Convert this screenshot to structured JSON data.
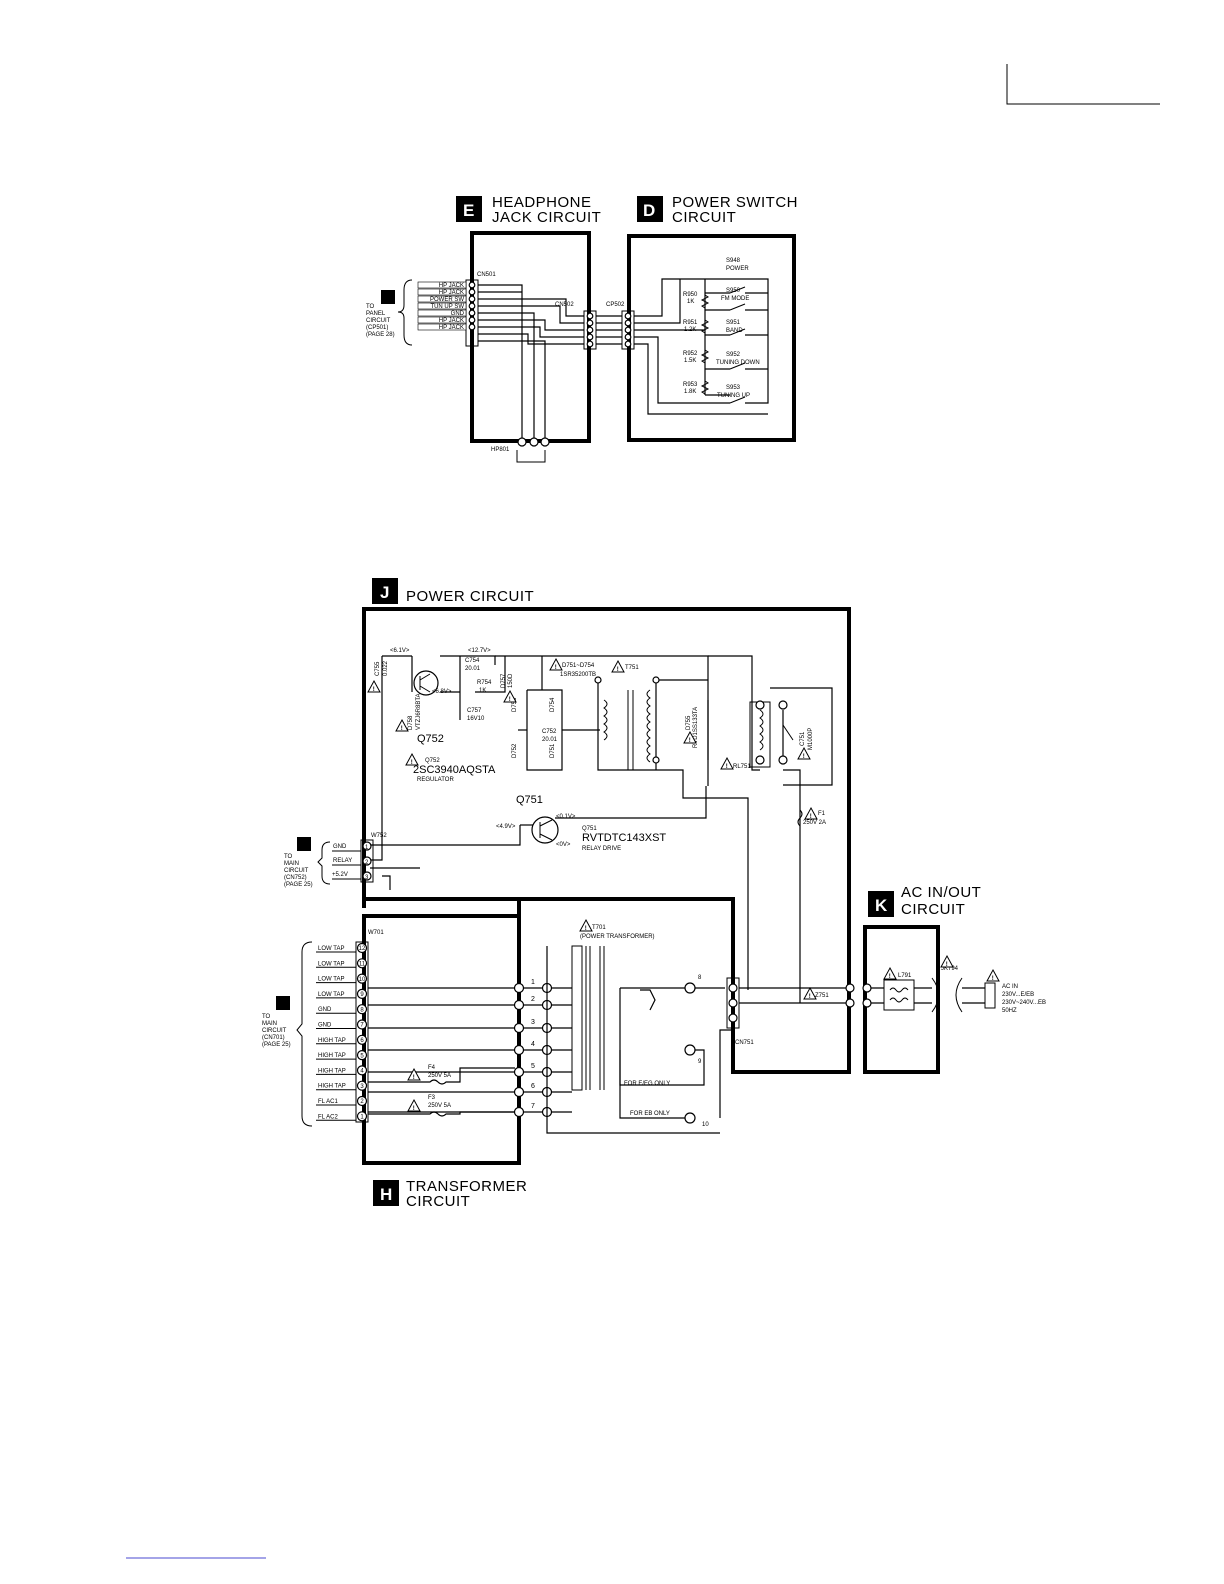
{
  "sections": {
    "E": {
      "letter": "E",
      "title1": "HEADPHONE",
      "title2": "JACK CIRCUIT"
    },
    "D": {
      "letter": "D",
      "title1": "POWER SWITCH",
      "title2": "CIRCUIT"
    },
    "J": {
      "letter": "J",
      "title1": "POWER CIRCUIT"
    },
    "K": {
      "letter": "K",
      "title1": "AC IN/OUT",
      "title2": "CIRCUIT"
    },
    "H": {
      "letter": "H",
      "title1": "TRANSFORMER",
      "title2": "CIRCUIT"
    }
  },
  "headphone": {
    "cn501": "CN501",
    "cn502": "CN502",
    "hp801": "HP801",
    "to_ref_letter": "B",
    "to_ref": [
      "TO",
      "PANEL",
      "CIRCUIT",
      "(CP501)",
      "(PAGE 28)"
    ],
    "pins": [
      "HP JACK",
      "HP JACK",
      "POWER SW",
      "TUN UP SW",
      "GND",
      "HP JACK",
      "HP JACK"
    ]
  },
  "power_switch": {
    "cp502": "CP502",
    "switches": [
      {
        "ref": "S948",
        "name": "POWER"
      },
      {
        "ref": "S950",
        "name": "FM MODE"
      },
      {
        "ref": "S951",
        "name": "BAND"
      },
      {
        "ref": "S952",
        "name": "TUNING DOWN"
      },
      {
        "ref": "S953",
        "name": "TUNING UP"
      }
    ],
    "resistors": [
      {
        "ref": "R950",
        "val": "1K"
      },
      {
        "ref": "R951",
        "val": "1.2K"
      },
      {
        "ref": "R952",
        "val": "1.5K"
      },
      {
        "ref": "R953",
        "val": "1.8K"
      }
    ]
  },
  "power_circuit": {
    "v61": "<6.1V>",
    "v127": "<12.7V>",
    "v68": "<6.8V>",
    "v49": "<4.9V>",
    "v01": "<0.1V>",
    "v0": "<0V>",
    "c755": "C755",
    "c755v": "0.022",
    "c754": "C754",
    "c754v": "20.01",
    "r754": "R754",
    "r754v": "1K",
    "c757": "C757",
    "c757v": "16V10",
    "d758": "D758",
    "d758v": "VTZJ6R8BTA",
    "d757": "D757",
    "d757v": "150D",
    "d751_754": "D751~D754",
    "d751_754v": "1SR35200TB",
    "t751": "T751",
    "d755": "D755",
    "d755v": "RVD1SS133TA",
    "c751": "C751",
    "c751v": "M1000P",
    "rl751": "RL751",
    "d753": "D753",
    "d754": "D754",
    "d752": "D752",
    "d751": "D751",
    "c752": "C752",
    "c752v": "20.01",
    "q752": "Q752",
    "q752_part": "2SC3940AQSTA",
    "q752_desc": "REGULATOR",
    "q752_ref": "Q752",
    "q751": "Q751",
    "q751_ref": "Q751",
    "q751_part": "RVTDTC143XST",
    "q751_desc": "RELAY DRIVE",
    "f1": "F1",
    "f1v": "250V 2A",
    "w752": "W752",
    "to_ref_letter": "A",
    "to_ref": [
      "TO",
      "MAIN",
      "CIRCUIT",
      "(CN752)",
      "(PAGE 25)"
    ],
    "pins": [
      "GND",
      "RELAY",
      "+5.2V"
    ],
    "pin_nums": [
      "1",
      "2",
      "3"
    ]
  },
  "transformer": {
    "w701": "W701",
    "t701": "T701",
    "t701_desc": "(POWER TRANSFORMER)",
    "to_ref_letter": "A",
    "to_ref": [
      "TO",
      "MAIN",
      "CIRCUIT",
      "(CN701)",
      "(PAGE 25)"
    ],
    "pins": [
      "LOW TAP",
      "LOW TAP",
      "LOW TAP",
      "LOW TAP",
      "GND",
      "GND",
      "HIGH TAP",
      "HIGH TAP",
      "HIGH TAP",
      "HIGH TAP",
      "FL AC1",
      "FL AC2"
    ],
    "pin_nums": [
      "12",
      "11",
      "10",
      "9",
      "8",
      "7",
      "6",
      "5",
      "4",
      "3",
      "2",
      "1"
    ],
    "f4": "F4",
    "f4v": "250V 5A",
    "f3": "F3",
    "f3v": "250V 5A",
    "taps": [
      "1",
      "2",
      "3",
      "4",
      "5",
      "6",
      "7"
    ],
    "sec_taps": [
      "8",
      "9",
      "10"
    ],
    "for_e_eg": "FOR E/EG ONLY",
    "for_eb": "FOR EB ONLY",
    "cn751": "CN751",
    "z751": "Z751"
  },
  "ac_inout": {
    "l791": "L791",
    "jk794": "JK794",
    "ac_in": [
      "AC IN",
      "230V...E/EB",
      "230V~240V...EB",
      "50HZ"
    ]
  }
}
